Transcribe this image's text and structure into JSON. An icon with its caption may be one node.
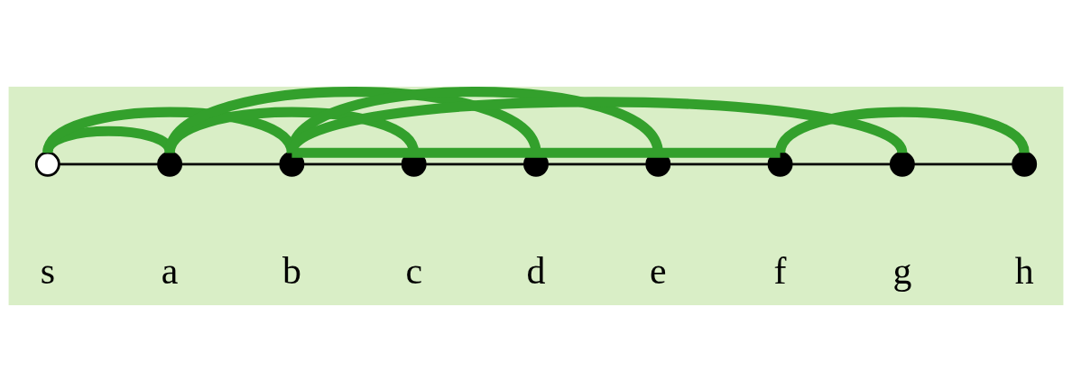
{
  "diagram": {
    "nodes": [
      {
        "text": [],
        "shape": "circle",
        "beside": [
          "s"
        ]
      },
      {
        "text": [],
        "shape": "circle",
        "beside": [
          "a"
        ]
      },
      {
        "text": [],
        "shape": "circle",
        "beside": [
          "b"
        ]
      },
      {
        "text": [],
        "shape": "circle",
        "beside": [
          "c"
        ]
      },
      {
        "text": [],
        "shape": "circle",
        "beside": [
          "d"
        ]
      },
      {
        "text": [],
        "shape": "circle",
        "beside": [
          "e"
        ]
      },
      {
        "text": [],
        "shape": "circle",
        "beside": [
          "f"
        ]
      },
      {
        "text": [],
        "shape": "circle",
        "beside": [
          "g"
        ]
      },
      {
        "text": [],
        "shape": "circle",
        "beside": [
          "h"
        ]
      }
    ],
    "edges": [
      {
        "from": 0,
        "to": 1,
        "arrow": "none",
        "color": "#000000"
      },
      {
        "from": 1,
        "to": 2,
        "arrow": "none",
        "color": "#000000"
      },
      {
        "from": 2,
        "to": 3,
        "arrow": "none",
        "color": "#000000"
      },
      {
        "from": 3,
        "to": 4,
        "arrow": "none",
        "color": "#000000"
      },
      {
        "from": 4,
        "to": 5,
        "arrow": "none",
        "color": "#000000"
      },
      {
        "from": 5,
        "to": 6,
        "arrow": "none",
        "color": "#000000"
      },
      {
        "from": 6,
        "to": 7,
        "arrow": "none",
        "color": "#000000"
      },
      {
        "from": 7,
        "to": 8,
        "arrow": "none",
        "color": "#000000"
      },
      {
        "from": 0,
        "to": 1,
        "arrow": "none",
        "style": "thick",
        "color": "#33a02c"
      },
      {
        "from": 0,
        "to": 2,
        "arrow": "none",
        "style": "thick",
        "color": "#33a02c"
      },
      {
        "from": 1,
        "to": 3,
        "arrow": "none",
        "style": "thick",
        "color": "#33a02c"
      },
      {
        "from": 1,
        "to": 4,
        "arrow": "none",
        "style": "thick",
        "color": "#33a02c"
      },
      {
        "from": 2,
        "to": 5,
        "arrow": "none",
        "style": "thick",
        "color": "#33a02c"
      },
      {
        "from": 2,
        "to": 6,
        "arrow": "none",
        "style": "thick",
        "color": "#33a02c"
      },
      {
        "from": 2,
        "to": 7,
        "arrow": "none",
        "style": "thick",
        "color": "#33a02c"
      },
      {
        "from": 6,
        "to": 8,
        "arrow": "none",
        "style": "thick",
        "color": "#33a02c"
      }
    ]
  }
}
